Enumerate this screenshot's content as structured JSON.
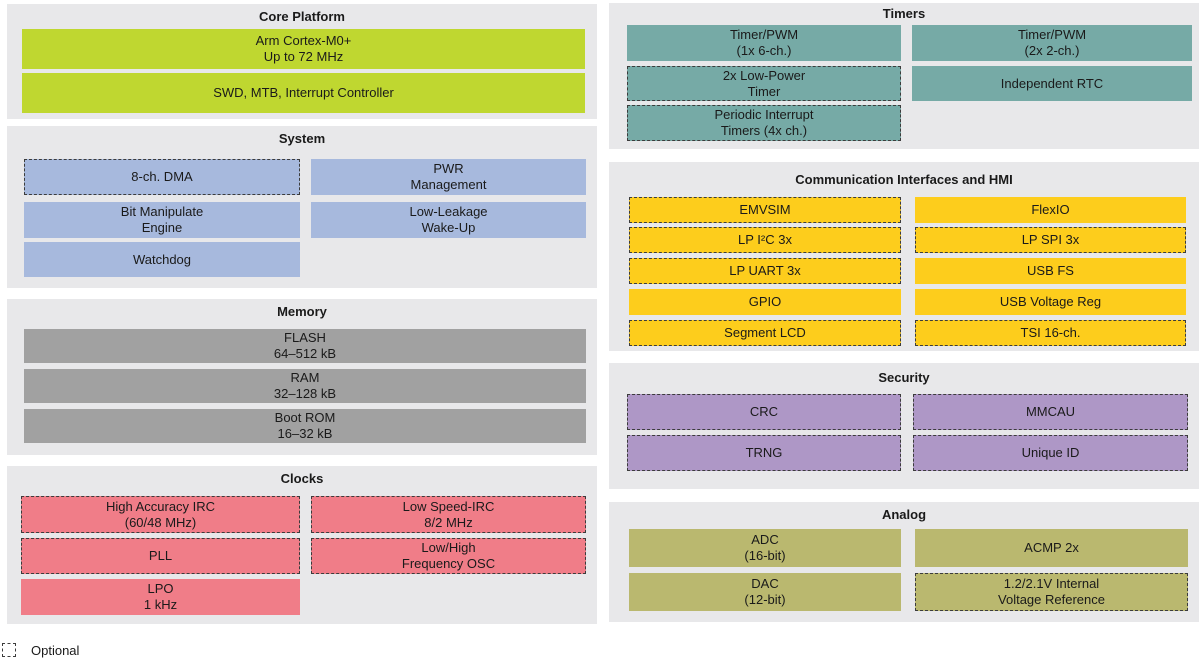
{
  "colors": {
    "panel_bg": "#e8e8ea",
    "core_platform": "#bfd730",
    "system": "#a7b9dd",
    "memory": "#a1a1a1",
    "clocks": "#f07d88",
    "timers": "#76aaa6",
    "communication": "#fdcd1c",
    "security": "#ae97c6",
    "analog": "#bab86f"
  },
  "core_platform": {
    "title": "Core Platform",
    "cpu": [
      "Arm Cortex-M0+",
      "Up to 72 MHz"
    ],
    "debug": [
      "SWD, MTB, Interrupt Controller"
    ]
  },
  "system": {
    "title": "System",
    "dma": [
      "8-ch. DMA"
    ],
    "pwr": [
      "PWR",
      "Management"
    ],
    "bme": [
      "Bit Manipulate",
      "Engine"
    ],
    "llwu": [
      "Low-Leakage",
      "Wake-Up"
    ],
    "watchdog": [
      "Watchdog"
    ]
  },
  "memory": {
    "title": "Memory",
    "flash": [
      "FLASH",
      "64–512 kB"
    ],
    "ram": [
      "RAM",
      "32–128 kB"
    ],
    "boot_rom": [
      "Boot ROM",
      "16–32 kB"
    ]
  },
  "clocks": {
    "title": "Clocks",
    "hirc": [
      "High Accuracy IRC",
      "(60/48 MHz)"
    ],
    "lirc": [
      "Low Speed-IRC",
      "8/2 MHz"
    ],
    "pll": [
      "PLL"
    ],
    "osc": [
      "Low/High",
      "Frequency OSC"
    ],
    "lpo": [
      "LPO",
      "1 kHz"
    ]
  },
  "timers": {
    "title": "Timers",
    "tpm1": [
      "Timer/PWM",
      "(1x 6-ch.)"
    ],
    "tpm2": [
      "Timer/PWM",
      "(2x 2-ch.)"
    ],
    "lptmr": [
      "2x Low-Power",
      "Timer"
    ],
    "rtc": [
      "Independent RTC"
    ],
    "pit": [
      "Periodic Interrupt",
      "Timers (4x ch.)"
    ]
  },
  "communication": {
    "title": "Communication Interfaces and HMI",
    "emvsim": [
      "EMVSIM"
    ],
    "flexio": [
      "FlexIO"
    ],
    "lpi2c": [
      "LP I²C 3x"
    ],
    "lpspi": [
      "LP SPI 3x"
    ],
    "lpuart": [
      "LP UART 3x"
    ],
    "usbfs": [
      "USB FS"
    ],
    "gpio": [
      "GPIO"
    ],
    "usbvreg": [
      "USB Voltage Reg"
    ],
    "slcd": [
      "Segment LCD"
    ],
    "tsi": [
      "TSI 16-ch."
    ]
  },
  "security": {
    "title": "Security",
    "crc": [
      "CRC"
    ],
    "mmcau": [
      "MMCAU"
    ],
    "trng": [
      "TRNG"
    ],
    "uid": [
      "Unique ID"
    ]
  },
  "analog": {
    "title": "Analog",
    "adc": [
      "ADC",
      "(16-bit)"
    ],
    "acmp": [
      "ACMP 2x"
    ],
    "dac": [
      "DAC",
      "(12-bit)"
    ],
    "vref": [
      "1.2/2.1V Internal",
      "Voltage Reference"
    ]
  },
  "legend": {
    "label": "Optional"
  }
}
